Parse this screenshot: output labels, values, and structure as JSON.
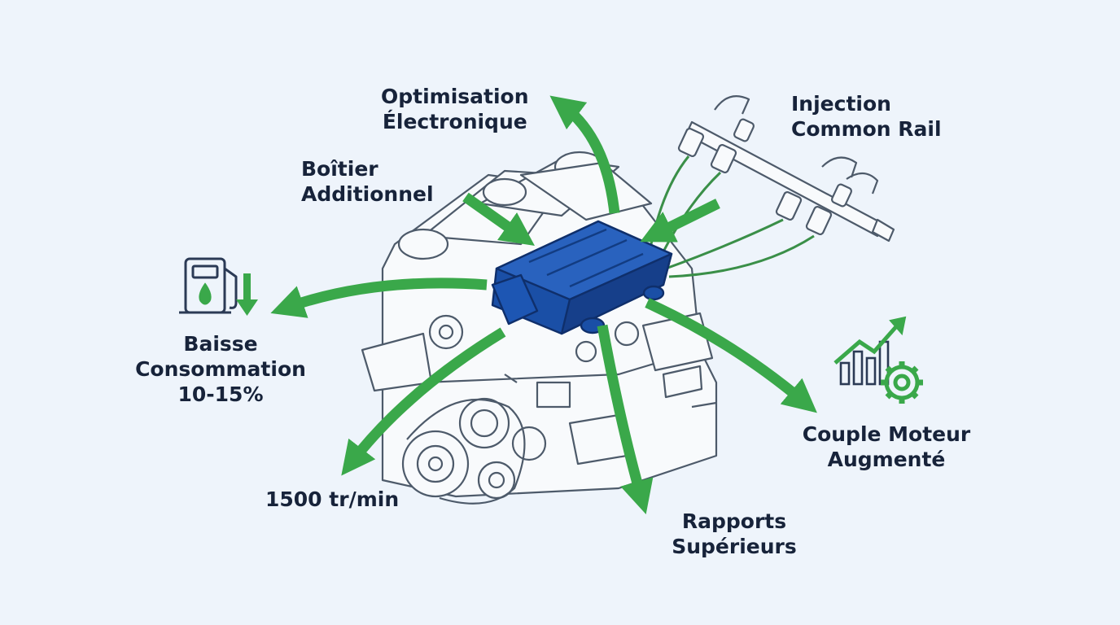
{
  "labels": {
    "optimisation": [
      "Optimisation",
      "Électronique"
    ],
    "boitier": [
      "Boîtier",
      "Additionnel"
    ],
    "injection": [
      "Injection",
      "Common Rail"
    ],
    "consommation": [
      "Baisse",
      "Consommation",
      "10-15%"
    ],
    "couple": [
      "Couple Moteur",
      "Augmenté"
    ],
    "regime": [
      "1500 tr/min"
    ],
    "rapports": [
      "Rapports",
      "Supérieurs"
    ]
  },
  "icons": {
    "fuel": "fuel-pump-icon",
    "down": "arrow-down-icon",
    "growth": "bar-chart-growth-icon",
    "gear": "gear-icon"
  },
  "colors": {
    "background": "#eef4fb",
    "accent_green": "#3aa84a",
    "module_blue": "#1a4fa6",
    "outline": "#4d5a6a",
    "text": "#17233a"
  }
}
